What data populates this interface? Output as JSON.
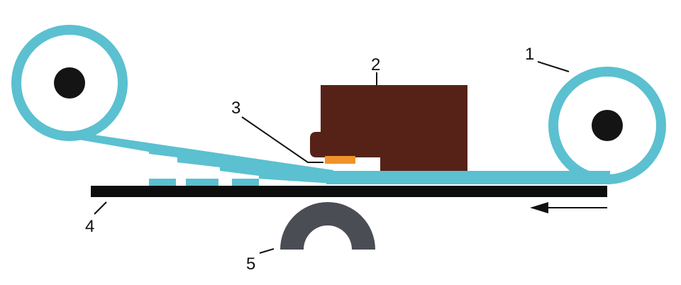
{
  "callouts": {
    "ribbon_roll": "1",
    "print_head": "2",
    "heating_element": "3",
    "print_medium": "4",
    "platen_roller": "5"
  },
  "colors": {
    "ribbon": "#5bc0d0",
    "print_head": "#562218",
    "heating_element": "#f0932a",
    "spool_hub": "#141414",
    "medium": "#0d0d0d",
    "platen_roller": "#4b4d55",
    "background": "#ffffff"
  },
  "feed_direction": "right-to-left"
}
